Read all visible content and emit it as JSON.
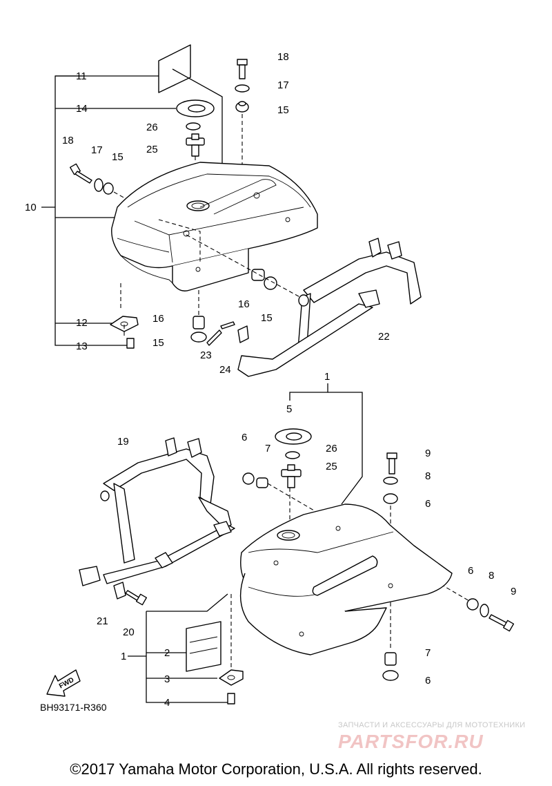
{
  "diagram": {
    "code": "BH93171-R360",
    "fwd_label": "FWD",
    "copyright": "©2017 Yamaha Motor Corporation, U.S.A. All rights reserved.",
    "watermark": {
      "tagline": "ЗАПЧАСТИ И АКСЕССУАРЫ ДЛЯ МОТОТЕХНИКИ",
      "brand": "PARTSFOR.RU"
    },
    "callouts": {
      "c1": "1",
      "c1b": "1",
      "c2": "2",
      "c3": "3",
      "c4": "4",
      "c5": "5",
      "c6a": "6",
      "c6b": "6",
      "c6c": "6",
      "c6d": "6",
      "c7a": "7",
      "c7b": "7",
      "c8a": "8",
      "c8b": "8",
      "c9a": "9",
      "c9b": "9",
      "c10": "10",
      "c11": "11",
      "c12": "12",
      "c13": "13",
      "c14": "14",
      "c15a": "15",
      "c15b": "15",
      "c15c": "15",
      "c15d": "15",
      "c16a": "16",
      "c16b": "16",
      "c17a": "17",
      "c17b": "17",
      "c18a": "18",
      "c18b": "18",
      "c19": "19",
      "c20": "20",
      "c21": "21",
      "c22": "22",
      "c23": "23",
      "c24": "24",
      "c25a": "25",
      "c25b": "25",
      "c26a": "26",
      "c26b": "26"
    }
  }
}
